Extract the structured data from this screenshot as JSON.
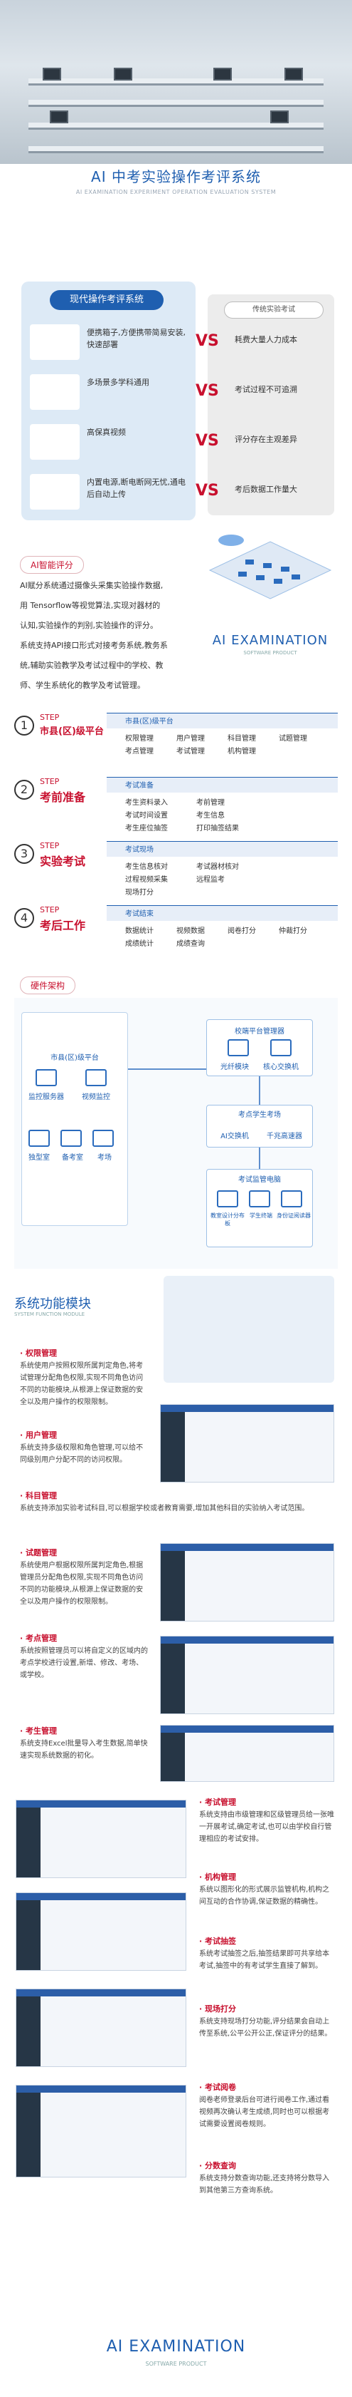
{
  "hero": {
    "title": "AI 中考实验操作考评系统",
    "subtitle": "AI EXAMINATION EXPERIMENT OPERATION EVALUATION SYSTEM"
  },
  "compare": {
    "left_title": "现代操作考评系统",
    "right_title": "传统实验考试",
    "vs": "VS",
    "rows": [
      {
        "left": "便携箱子,方便携带简易安装,快速部署",
        "right": "耗费大量人力成本"
      },
      {
        "left": "多场景多学科通用",
        "right": "考试过程不可追溯"
      },
      {
        "left": "高保真视频",
        "right": "评分存在主观差异"
      },
      {
        "left": "内置电源,断电断网无忧,通电后自动上传",
        "right": "考后数据工作量大"
      }
    ]
  },
  "ai": {
    "tag": "AI智能评分",
    "paragraphs": [
      "AI赋分系统通过摄像头采集实验操作数据,",
      "用 Tensorflow等视觉算法,实现对器材的",
      "认知,实验操作的判别,实验操作的评分。",
      "系统支持API接口形式对接考务系统,教务系",
      "统,辅助实验教学及考试过程中的学校、教",
      "师、学生系统化的教学及考试管理。"
    ],
    "brand": "AI EXAMINATION",
    "brand_sub": "SOFTWARE PRODUCT"
  },
  "steps": [
    {
      "num": "1",
      "label": "STEP",
      "title": "市县(区)级平台",
      "head": "市县(区)级平台",
      "items": [
        "权限管理",
        "用户管理",
        "科目管理",
        "试题管理",
        "考点管理",
        "考试管理",
        "机构管理"
      ]
    },
    {
      "num": "2",
      "label": "STEP",
      "title": "考前准备",
      "head": "考试准备",
      "items": [
        "考生资料录入",
        "考前管理",
        "考试时间设置",
        "考生信息",
        "考生座位抽签",
        "打印抽签结果"
      ]
    },
    {
      "num": "3",
      "label": "STEP",
      "title": "实验考试",
      "head": "考试现场",
      "items": [
        "考生信息核对",
        "考试器材核对",
        "过程视频采集",
        "远程监考",
        "现场打分"
      ]
    },
    {
      "num": "4",
      "label": "STEP",
      "title": "考后工作",
      "head": "考试结束",
      "items": [
        "数据统计",
        "视频数据",
        "阅卷打分",
        "仲裁打分",
        "成绩统计",
        "成绩查询"
      ]
    }
  ],
  "hardware": {
    "tag": "硬件架构",
    "top": "校端平台管理器",
    "top_items": [
      "光纤模块",
      "核心交换机"
    ],
    "county": "市县(区)级平台",
    "county_items": [
      "监控服务器",
      "视频监控"
    ],
    "county_bottom": [
      "独型室",
      "备考室",
      "考场"
    ],
    "site": "考点学生考场",
    "site_items": [
      "AI交换机",
      "千兆高速器"
    ],
    "exam": "考试监管电脑",
    "exam_items": [
      "教室设计分布板",
      "学生终端",
      "身份证阅读器"
    ]
  },
  "functions": {
    "title": "系统功能模块",
    "title_en": "SYSTEM FUNCTION MODULE",
    "left": [
      {
        "title": "· 权限管理",
        "desc": "系统使用户按照权限所属判定角色,将考试管理分配角色权限,实现不同角色访问不同的功能模块,从根源上保证数据的安全以及用户操作的权限限制。"
      },
      {
        "title": "· 用户管理",
        "desc": "系统支持多级权限和角色管理,可以给不同级别用户分配不同的访问权限。"
      },
      {
        "title": "· 科目管理",
        "desc": "系统支持添加实验考试科目,可以根据学校或者教育需要,增加其他科目的实验纳入考试范围。"
      },
      {
        "title": "· 试题管理",
        "desc": "系统使用户根据权限所属判定角色,根据管理员分配角色权限,实现不同角色访问不同的功能模块,从根源上保证数据的安全以及用户操作的权限限制。"
      },
      {
        "title": "· 考点管理",
        "desc": "系统按照管理员可以将自定义的区域内的考点学校进行设置,新增、修改、考场、或学校。"
      },
      {
        "title": "· 考生管理",
        "desc": "系统支持Excel批量导入考生数据,简单快速实现系统数据的初化。"
      }
    ],
    "right": [
      {
        "title": "· 考试管理",
        "desc": "系统支持由市级管理和区级管理员给一张唯一开展考试,确定考试,也可以由学校自行管理相应的考试安排。"
      },
      {
        "title": "· 机构管理",
        "desc": "系统以图形化的形式展示监管机构,机构之间互动的合作协调,保证数据的精确性。"
      },
      {
        "title": "· 考试抽签",
        "desc": "系统考试抽签之后,抽签结果即可共享给本考试,抽签中的有考试学生直接了解到。"
      },
      {
        "title": "· 现场打分",
        "desc": "系统支持现场打分功能,评分结果会自动上传至系统,公平公开公正,保证评分的结果。"
      },
      {
        "title": "· 考试阅卷",
        "desc": "阅卷老师登录后台可进行阅卷工作,通过看视频再次确认考生成绩,同时也可以根据考试需要设置阅卷规则。"
      },
      {
        "title": "· 分数查询",
        "desc": "系统支持分数查询功能,还支持将分数导入到其他第三方查询系统。"
      }
    ]
  },
  "footer": {
    "brand": "AI EXAMINATION",
    "sub": "SOFTWARE PRODUCT"
  }
}
